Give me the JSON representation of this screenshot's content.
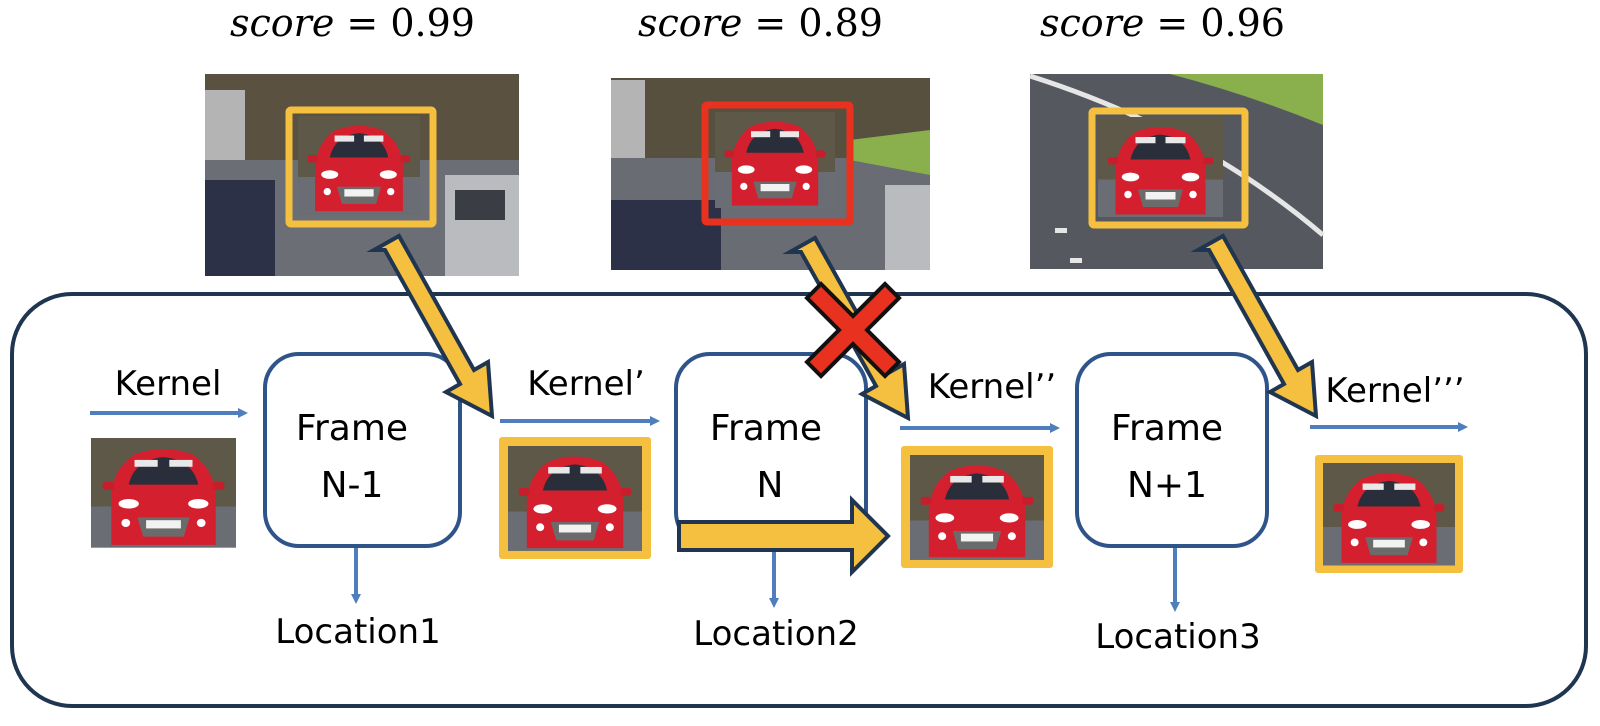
{
  "colors": {
    "container_border": "#1f3550",
    "frame_border": "#2f5489",
    "flow_arrow": "#4f7ebf",
    "yellow": "#f5c040",
    "yellow_outline": "#1f3550",
    "red_box": "#e8321f",
    "red_x": "#e8321f",
    "car_red": "#d4202e",
    "road": "#5b5e66",
    "foliage": "#5a5140",
    "grass": "#8ab04e"
  },
  "detections": [
    {
      "score_var": "score",
      "score_eq": " = ",
      "score_val": "0.99",
      "box_color": "yellow",
      "accepted": true
    },
    {
      "score_var": "score",
      "score_eq": " = ",
      "score_val": "0.89",
      "box_color": "red",
      "accepted": false
    },
    {
      "score_var": "score",
      "score_eq": " = ",
      "score_val": "0.96",
      "box_color": "yellow",
      "accepted": true
    }
  ],
  "kernels": [
    "Kernel",
    "Kernel’",
    "Kernel’’",
    "Kernel’’’"
  ],
  "frames": [
    {
      "line1": "Frame",
      "line2": "N-1"
    },
    {
      "line1": "Frame",
      "line2": "N"
    },
    {
      "line1": "Frame",
      "line2": "N+1"
    }
  ],
  "locations": [
    "Location1",
    "Location2",
    "Location3"
  ],
  "icons": {
    "reject": "red-x-icon",
    "update_arrow": "yellow-block-arrow",
    "carry_arrow": "yellow-right-block-arrow"
  }
}
